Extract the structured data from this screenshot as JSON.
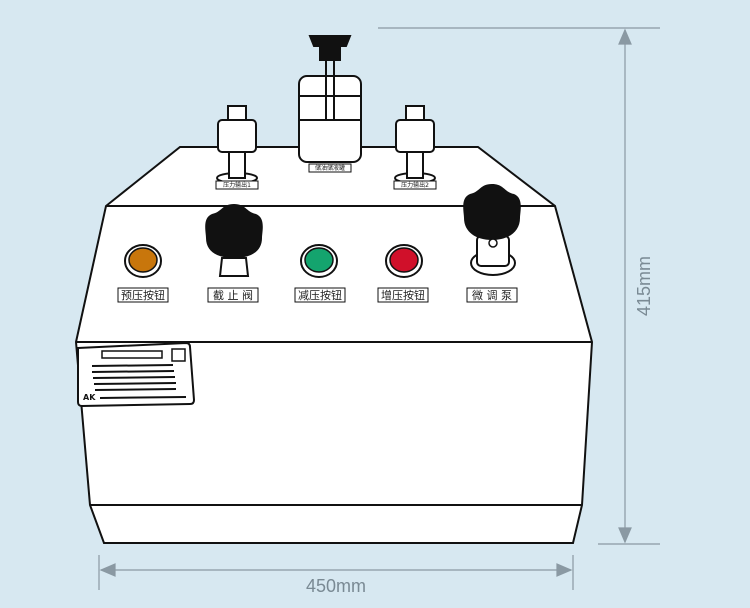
{
  "dimensions": {
    "width": "450mm",
    "height": "415mm"
  },
  "top_labels": {
    "output_left": "压力输出1",
    "reservoir": "储油储液罐",
    "output_right": "压力输出2"
  },
  "controls": [
    {
      "label": "预压按钮",
      "color": "#c8760c"
    },
    {
      "label": "截 止 阀"
    },
    {
      "label": "减压按钮",
      "color": "#14a46e"
    },
    {
      "label": "增压按钮",
      "color": "#d0102a"
    },
    {
      "label": "微 调 泵"
    }
  ],
  "nameplate": {
    "logo": "AK"
  },
  "colors": {
    "background": "#d7e8f1",
    "outline": "#111111",
    "dim_line": "#8a99a3"
  }
}
